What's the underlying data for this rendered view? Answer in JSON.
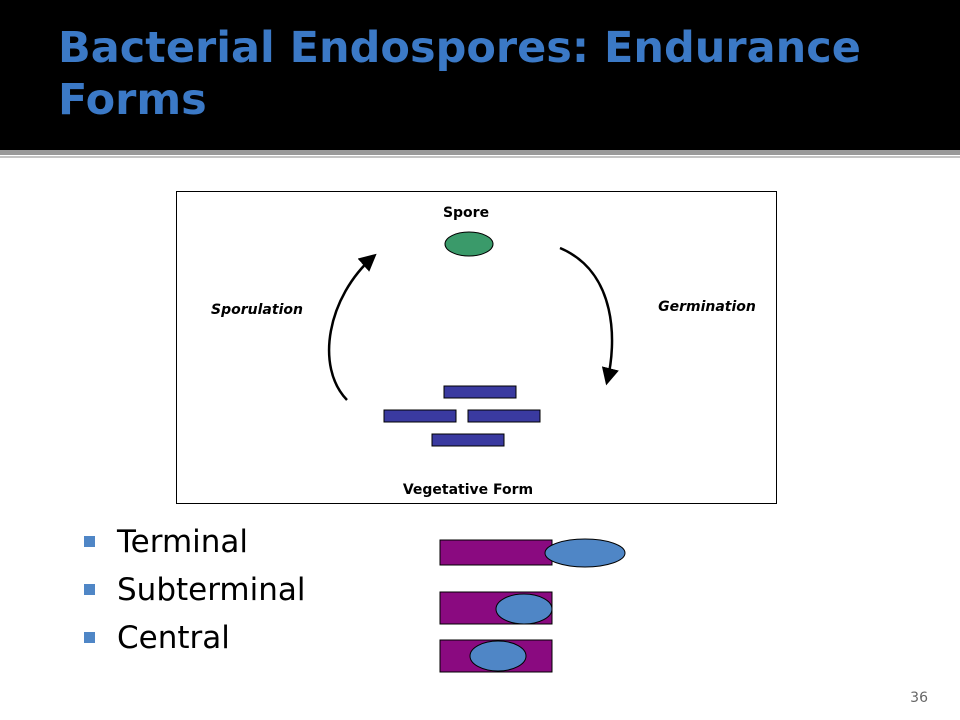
{
  "slide": {
    "title": "Bacterial Endospores: Endurance Forms",
    "page_number": "36"
  },
  "diagram": {
    "spore_label": "Spore",
    "vegetative_label": "Vegetative Form",
    "sporulation_label": "Sporulation",
    "germination_label": "Germination",
    "colors": {
      "spore_fill": "#3a9a6a",
      "vegetative_fill": "#3a3aa0",
      "cell_fill": "#8a0a80",
      "endospore_fill": "#4f86c6"
    }
  },
  "bullets": [
    {
      "label": "Terminal"
    },
    {
      "label": "Subterminal"
    },
    {
      "label": "Central"
    }
  ]
}
